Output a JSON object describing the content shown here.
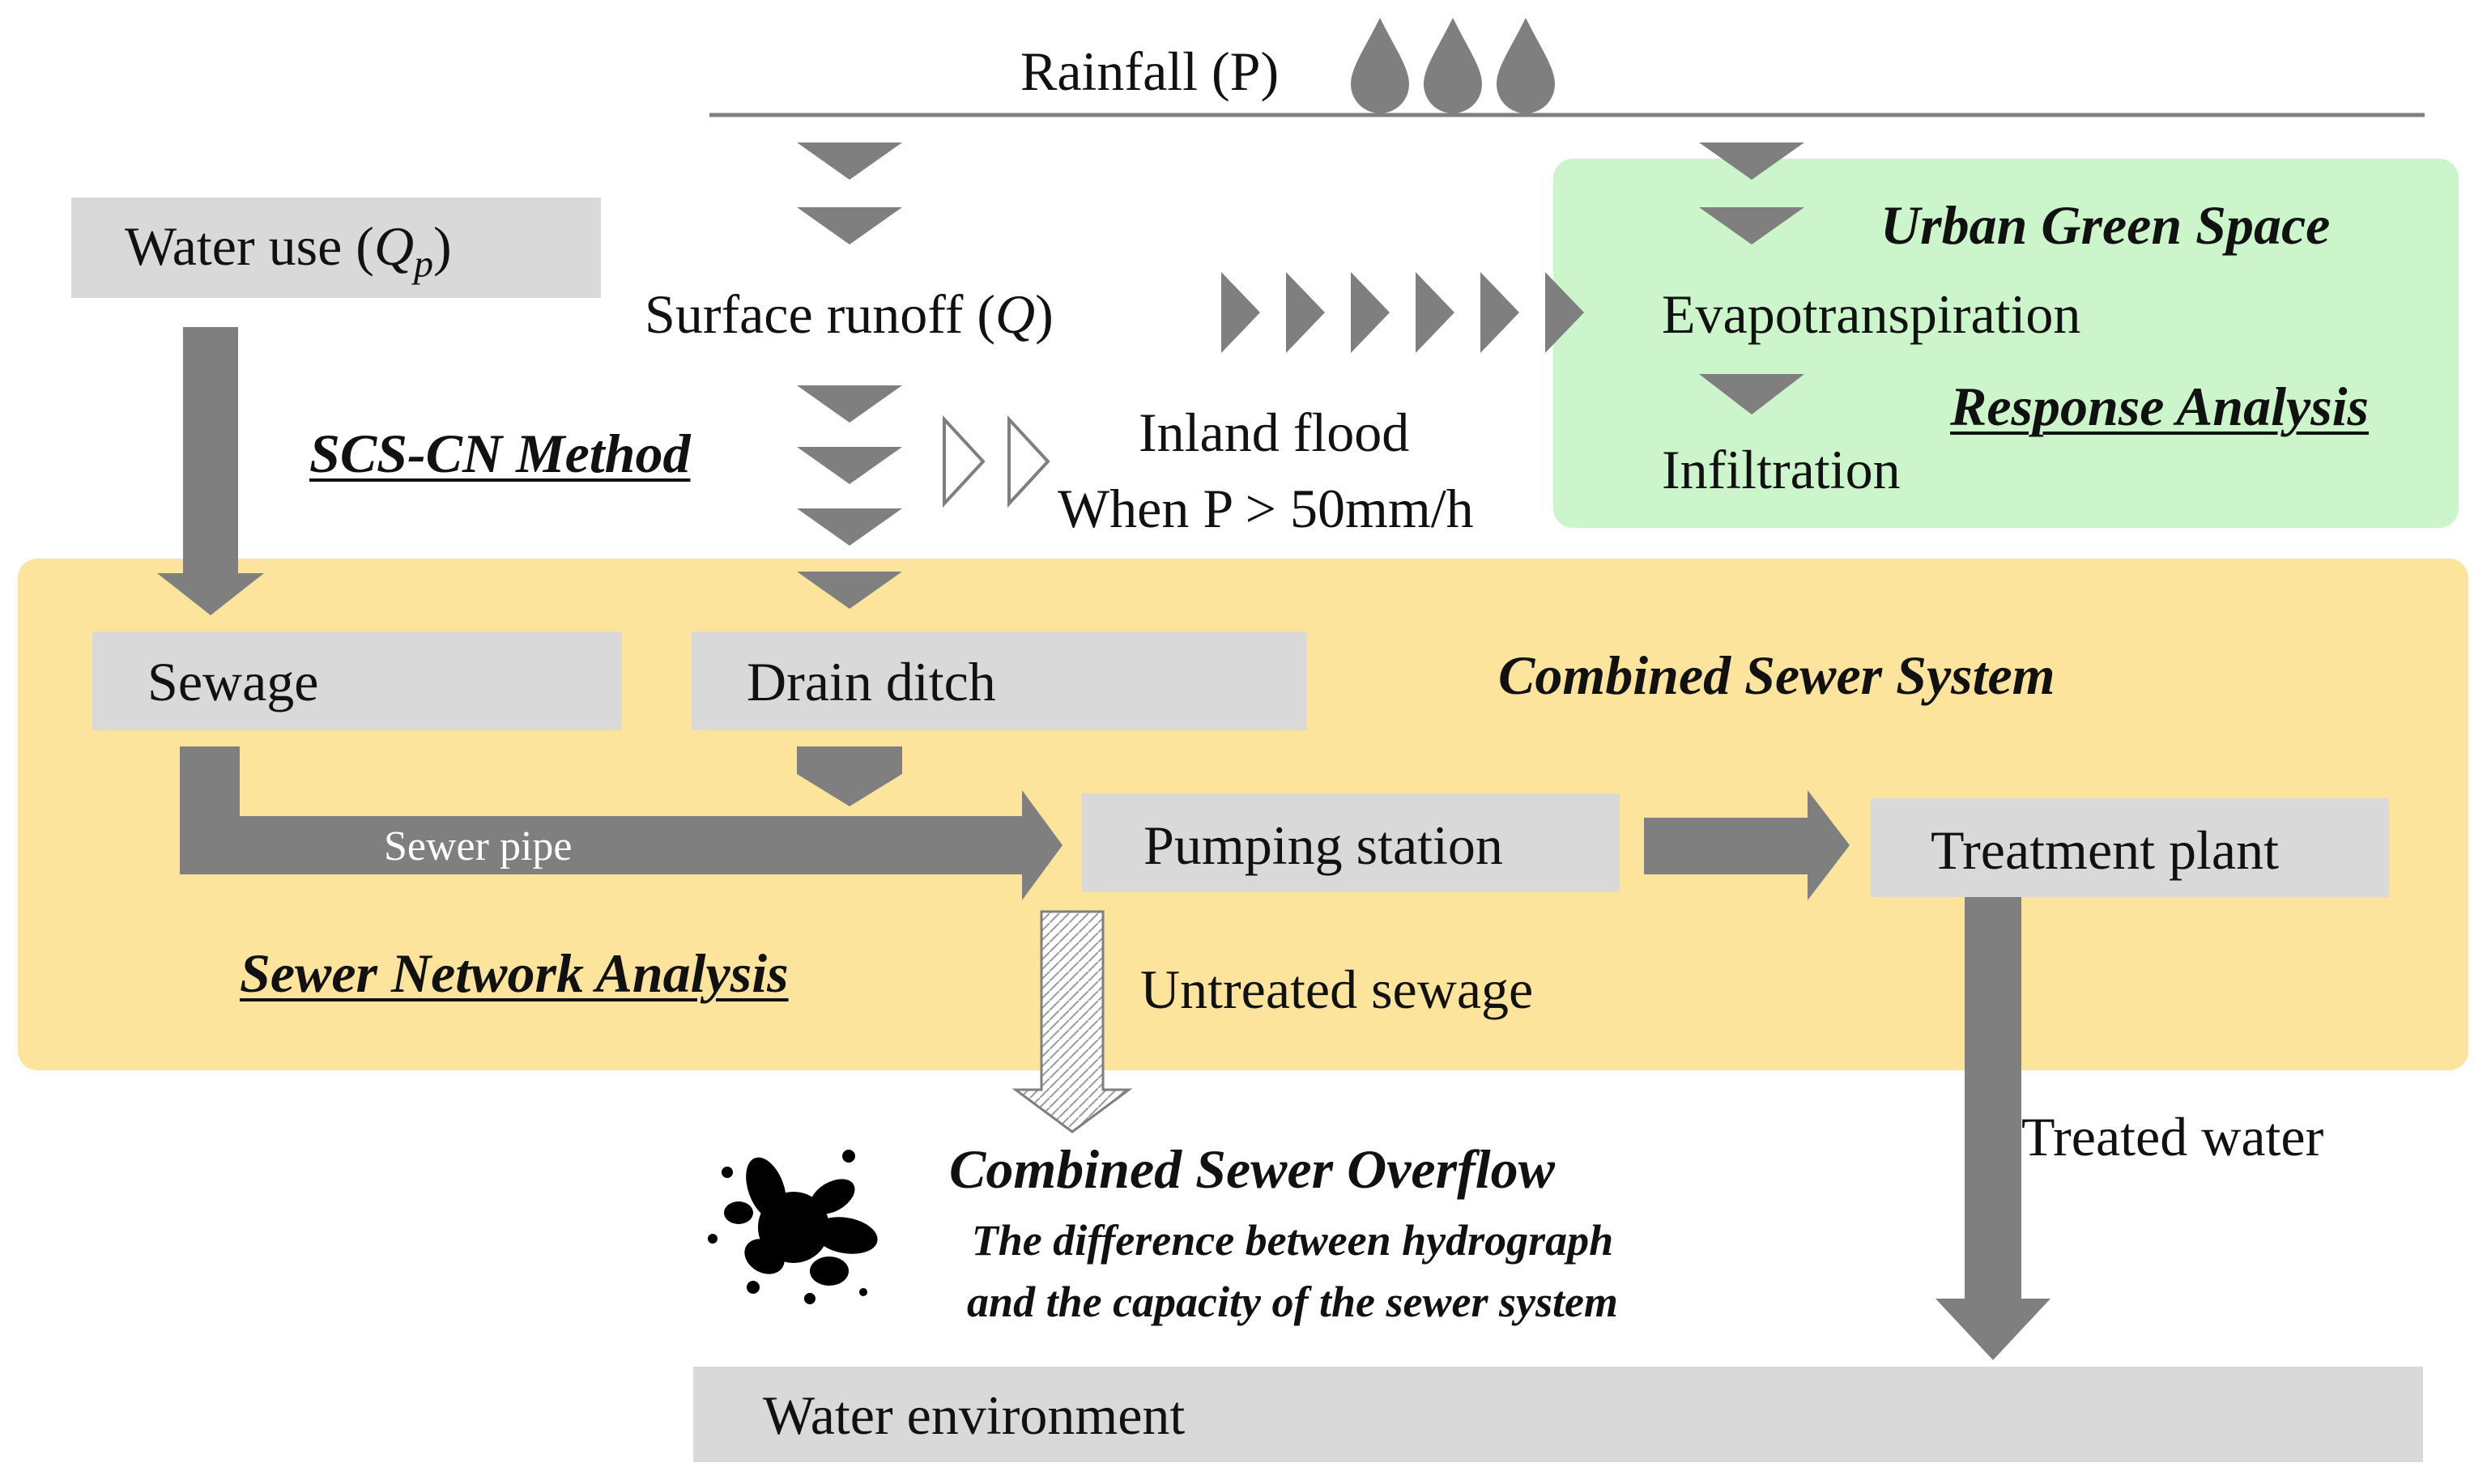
{
  "rainfall": {
    "label": "Rainfall (P)"
  },
  "water_use": {
    "label": "Water use (",
    "symbol": "Q",
    "subscript": "p",
    "close": ")"
  },
  "surface_runoff": {
    "label": "Surface runoff (",
    "symbol": "Q",
    "close": ")"
  },
  "methods": {
    "scs_cn": "SCS-CN Method",
    "response": "Response Analysis",
    "sewer_network": "Sewer Network Analysis"
  },
  "inland_flood": {
    "line1": "Inland flood",
    "line2": "When P > 50mm/h"
  },
  "green_space": {
    "title": "Urban Green Space",
    "evapotranspiration": "Evapotranspiration",
    "infiltration": "Infiltration"
  },
  "combined_system": {
    "title": "Combined Sewer System",
    "sewage": "Sewage",
    "drain_ditch": "Drain ditch",
    "sewer_pipe": "Sewer pipe",
    "pumping_station": "Pumping station",
    "treatment_plant": "Treatment plant",
    "untreated": "Untreated sewage"
  },
  "overflow": {
    "title": "Combined Sewer Overflow",
    "line1": "The difference between hydrograph",
    "line2": "and the capacity of the sewer system"
  },
  "treated_water": "Treated water",
  "water_environment": "Water environment",
  "colors": {
    "arrow": "#7f7f7f",
    "box": "#d9d9d9",
    "green_zone": "#ccf5cc",
    "yellow_zone": "#fde49c"
  },
  "icons": {
    "raindrops": "raindrop-icon",
    "splash": "splash-icon"
  }
}
